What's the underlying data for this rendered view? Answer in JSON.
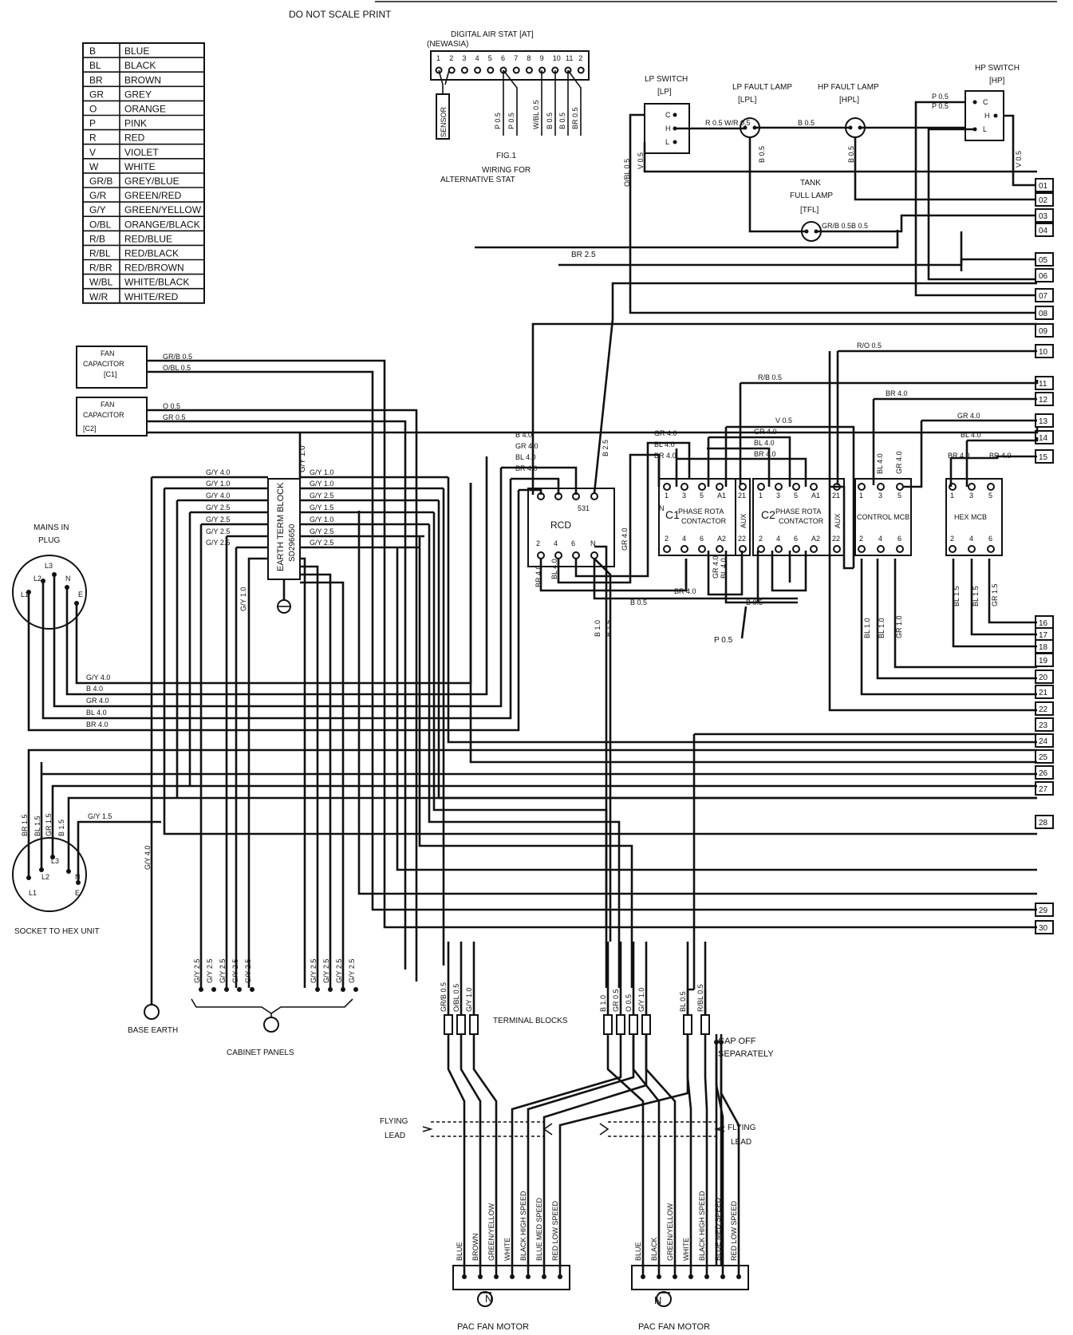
{
  "header": {
    "note": "DO NOT SCALE PRINT"
  },
  "legend": [
    [
      "B",
      "BLUE"
    ],
    [
      "BL",
      "BLACK"
    ],
    [
      "BR",
      "BROWN"
    ],
    [
      "GR",
      "GREY"
    ],
    [
      "O",
      "ORANGE"
    ],
    [
      "P",
      "PINK"
    ],
    [
      "R",
      "RED"
    ],
    [
      "V",
      "VIOLET"
    ],
    [
      "W",
      "WHITE"
    ],
    [
      "GR/B",
      "GREY/BLUE"
    ],
    [
      "G/R",
      "GREEN/RED"
    ],
    [
      "G/Y",
      "GREEN/YELLOW"
    ],
    [
      "O/BL",
      "ORANGE/BLACK"
    ],
    [
      "R/B",
      "RED/BLUE"
    ],
    [
      "R/BL",
      "RED/BLACK"
    ],
    [
      "R/BR",
      "RED/BROWN"
    ],
    [
      "W/BL",
      "WHITE/BLACK"
    ],
    [
      "W/R",
      "WHITE/RED"
    ]
  ],
  "stat": {
    "title": "DIGITAL AIR STAT [AT]",
    "subtitle": "(NEWASIA)",
    "pins": [
      "1",
      "2",
      "3",
      "4",
      "5",
      "6",
      "7",
      "8",
      "9",
      "10",
      "11",
      "2"
    ],
    "sensor": "SENSOR",
    "wires": [
      "P 0.5",
      "P 0.5",
      "W/BL 0.5",
      "B 0.5",
      "B 0.5",
      "BR 0.5"
    ],
    "fig": "FIG.1",
    "fig_note1": "WIRING FOR",
    "fig_note2": "ALTERNATIVE STAT"
  },
  "components": {
    "lp_switch": [
      "LP SWITCH",
      "[LP]"
    ],
    "lp_fault": [
      "LP FAULT LAMP",
      "[LPL]"
    ],
    "hp_fault": [
      "HP FAULT LAMP",
      "[HPL]"
    ],
    "hp_switch": [
      "HP SWITCH",
      "[HP]"
    ],
    "tank_lamp": [
      "TANK",
      "FULL LAMP",
      "[TFL]"
    ],
    "fan_cap1": [
      "FAN",
      "CAPACITOR",
      "[C1]"
    ],
    "fan_cap2": [
      "FAN",
      "CAPACITOR",
      "[C2]"
    ],
    "mains": [
      "MAINS IN",
      "PLUG"
    ],
    "socket": "SOCKET TO HEX UNIT",
    "earth_block": "EARTH TERM BLOCK",
    "earth_block_code": "SD296650",
    "rcd": "RCD",
    "rcd_code": "531",
    "c1": "C1",
    "c2": "C2",
    "contactor": [
      "PHASE ROTA",
      "CONTACTOR"
    ],
    "aux": "AUX",
    "control_mcb": "CONTROL MCB",
    "hex_mcb": "HEX MCB",
    "base_earth": "BASE EARTH",
    "cabinet_panels": "CABINET PANELS",
    "terminal_blocks": "TERMINAL BLOCKS",
    "cap_off": [
      "CAP OFF",
      "SEPARATELY"
    ],
    "flying_lead": [
      "FLYING",
      "LEAD"
    ],
    "pac_motor": "PAC FAN MOTOR",
    "motor_n": "N"
  },
  "switch_pins": [
    "C",
    "H",
    "L"
  ],
  "plug_pins_mains": [
    "L1",
    "L2",
    "L3",
    "N",
    "E"
  ],
  "plug_pins_socket": [
    "L1",
    "L2",
    "L3",
    "N",
    "E"
  ],
  "terminals": [
    "01",
    "02",
    "03",
    "04",
    "05",
    "06",
    "07",
    "08",
    "09",
    "10",
    "11",
    "12",
    "13",
    "14",
    "15",
    "16",
    "17",
    "18",
    "19",
    "20",
    "21",
    "22",
    "23",
    "24",
    "25",
    "26",
    "27",
    "28",
    "29",
    "30"
  ],
  "labels": {
    "lp_o": "O/BL 0.5",
    "lp_v": "V 0.5",
    "lp_r": "R 0.5 W/R 0.5",
    "b05": "B 0.5",
    "b05v": "B 0.5",
    "b05v2": "B 0.5",
    "hp_p1": "P 0.5",
    "hp_p2": "P 0.5",
    "hp_v": "V 0.5",
    "tfl": "GR/B 0.5B 0.5",
    "br25": "BR 2.5",
    "ro": "R/O 0.5",
    "rb": "R/B 0.5",
    "br40a": "BR 4.0",
    "v05": "V 0.5",
    "gr40a": "GR 4.0",
    "gr40b": "GR 4.0",
    "bl40a": "BL 4.0",
    "br40b": "BR 4.0",
    "gr40c": "GR 4.0",
    "bl40b": "BL 4.0",
    "br40c": "BR 4.0",
    "gr40d": "GR 4.0",
    "bl40c": "BL 4.0",
    "br40d": "BR 4.0",
    "br40e": "BR 4.0",
    "b40a": "B 4.0",
    "gr40e": "GR 4.0",
    "bl40d": "BL 4.0",
    "br40f": "BR 4.0",
    "b25": "B 2.5",
    "gr40f": "GR 4.0",
    "bl40e": "BL 4.0",
    "gr40g": "GR 4.0",
    "br40g": "BR 4.0",
    "bl40f": "BL 4.0",
    "gr40h": "GR 4.0",
    "br40h": "BR 4.0",
    "b05c": "B 0.5",
    "b05d": "B 0.5",
    "p05": "P 0.5",
    "gr40i": "GR 4.0",
    "bl40g": "BL 4.0",
    "bl15": "BL 1.5",
    "bl10": "BL 1.5",
    "gr15": "GR 1.5",
    "bl10b": "BL 1.0",
    "bl10c": "BL 1.0",
    "gr10": "GR 1.0",
    "b10": "B 1.0",
    "b15": "B 1.5",
    "fc1a": "GR/B 0.5",
    "fc1b": "O/BL 0.5",
    "fc2a": "O 0.5",
    "fc2b": "GR 0.5",
    "gy10": "G/Y 1.0",
    "gyl": [
      "G/Y 4.0",
      "G/Y 1.0",
      "G/Y 4.0",
      "G/Y 2.5",
      "G/Y 2.5",
      "G/Y 2.5",
      "G/Y 2.5"
    ],
    "gyr": [
      "G/Y 1.0",
      "G/Y 1.0",
      "G/Y 2.5",
      "G/Y 1.5",
      "G/Y 1.0",
      "G/Y 2.5",
      "G/Y 2.5"
    ],
    "gy10v": "G/Y 1.0",
    "mains_w": [
      "G/Y 4.0",
      "B 4.0",
      "GR 4.0",
      "BL 4.0",
      "BR 4.0"
    ],
    "sock_w": [
      "BR 1.5",
      "BL 1.5",
      "GR 1.5",
      "B 1.5"
    ],
    "sock_gy": "G/Y 1.5",
    "base_gy": "G/Y 4.0",
    "cab_l": [
      "G/Y 2.5",
      "G/Y 2.5",
      "G/Y 2.5",
      "G/Y 2.5",
      "G/Y 2.5"
    ],
    "cab_r": [
      "G/Y 2.5",
      "G/Y 2.5",
      "G/Y 2.5",
      "G/Y 2.5"
    ],
    "tb1": [
      "GR/B 0.5",
      "O/BL 0.5",
      "G/Y 1.0"
    ],
    "tb2": [
      "B 1.0",
      "GR 0.5",
      "O 0.5",
      "G/Y 1.0"
    ],
    "tb3": [
      "BL 0.5",
      "R/BL 0.5"
    ],
    "m1": [
      "BLUE",
      "BROWN",
      "GREEN/YELLOW",
      "WHITE",
      "BLACK HIGH SPEED",
      "BLUE MED SPEED",
      "RED LOW SPEED"
    ],
    "m2": [
      "BLUE",
      "BLACK",
      "GREEN/YELLOW",
      "WHITE",
      "BLACK HIGH SPEED",
      "BLUE MED SPEED",
      "RED LOW SPEED"
    ]
  }
}
